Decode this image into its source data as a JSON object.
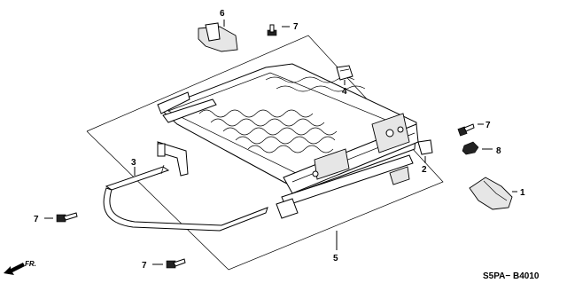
{
  "callouts": {
    "c1": "1",
    "c2": "2",
    "c3": "3",
    "c4": "4",
    "c5": "5",
    "c6": "6",
    "c7a": "7",
    "c7b": "7",
    "c7c": "7",
    "c7d": "7",
    "c8": "8"
  },
  "diagram_code": "S5PA− B4010",
  "direction_label": "FR."
}
